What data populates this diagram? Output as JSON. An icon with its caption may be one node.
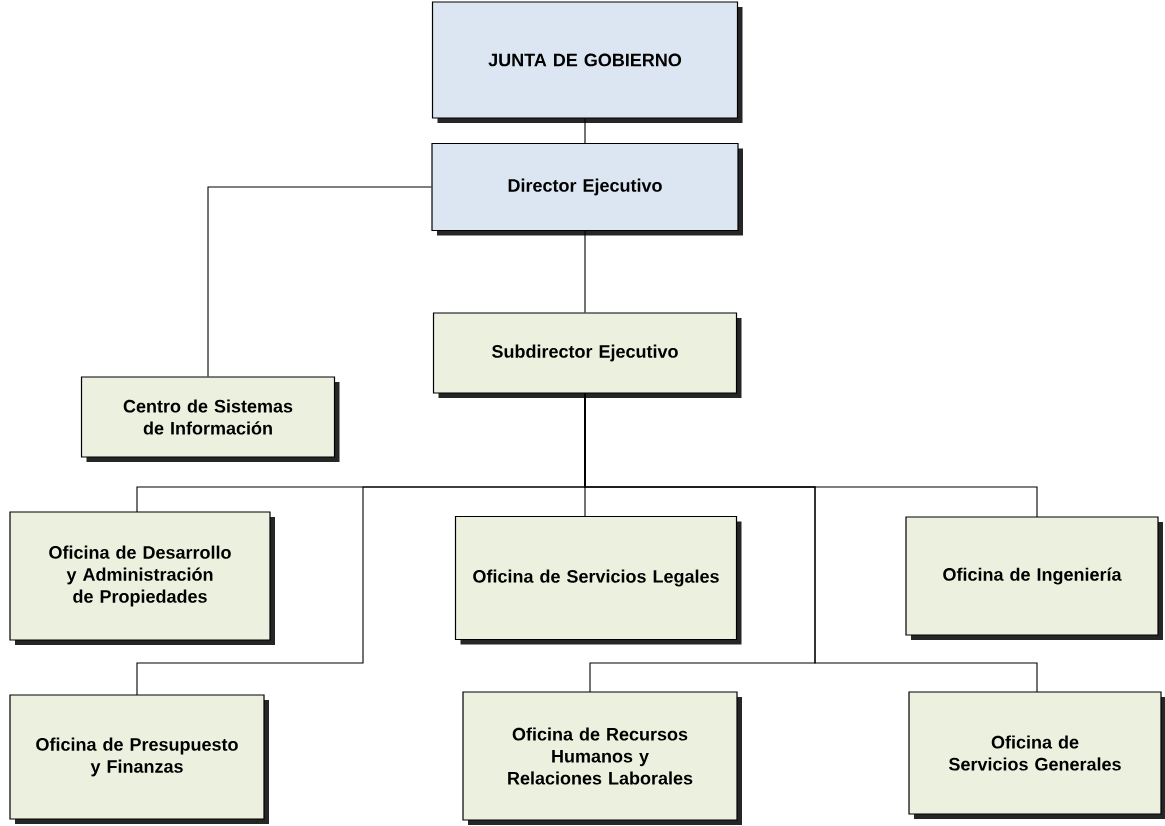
{
  "diagram": {
    "nodes": [
      {
        "text": [
          "JUNTA DE GOBIERNO"
        ]
      },
      {
        "text": [
          "Director Ejecutivo"
        ]
      },
      {
        "text": [
          "Subdirector Ejecutivo"
        ]
      },
      {
        "text": [
          "Centro de Sistemas de Información"
        ]
      },
      {
        "text": [
          "Oficina de Desarrollo y Administración de Propiedades"
        ]
      },
      {
        "text": [
          "Oficina de Servicios Legales"
        ]
      },
      {
        "text": [
          "Oficina de Ingeniería"
        ]
      },
      {
        "text": [
          "Oficina de Presupuesto y Finanzas"
        ]
      },
      {
        "text": [
          "Oficina de Recursos Humanos y Relaciones Laborales"
        ]
      },
      {
        "text": [
          "Oficina de Servicios Generales"
        ]
      }
    ],
    "edges": [
      {
        "from": 0,
        "to": 1,
        "arrow": "none"
      },
      {
        "from": 1,
        "to": 3,
        "arrow": "none"
      },
      {
        "from": 1,
        "to": 2,
        "arrow": "none"
      },
      {
        "from": 2,
        "to": 4,
        "arrow": "none"
      },
      {
        "from": 2,
        "to": 5,
        "arrow": "none"
      },
      {
        "from": 2,
        "to": 6,
        "arrow": "none"
      },
      {
        "from": 2,
        "to": 7,
        "arrow": "none"
      },
      {
        "from": 2,
        "to": 8,
        "arrow": "none"
      },
      {
        "from": 2,
        "to": 9,
        "arrow": "none"
      }
    ]
  }
}
